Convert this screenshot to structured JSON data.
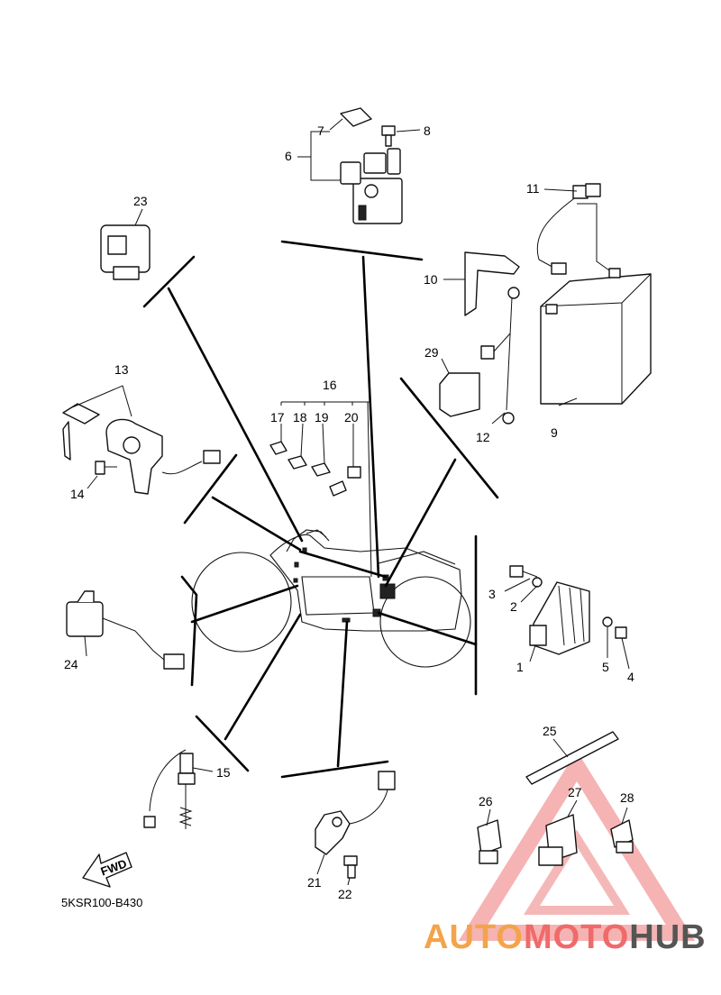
{
  "diagram_code": "5KSR100-B430",
  "fwd_label": "FWD",
  "watermark": {
    "part1": "AUTO",
    "part2": "MOTO",
    "part3": "HUB",
    "color1": "#f3a44a",
    "color2": "#ef6a6a",
    "color3": "#555555"
  },
  "callouts": {
    "c1": "1",
    "c2": "2",
    "c3": "3",
    "c4": "4",
    "c5": "5",
    "c6": "6",
    "c7": "7",
    "c8": "8",
    "c9": "9",
    "c10": "10",
    "c11": "11",
    "c12": "12",
    "c13": "13",
    "c14": "14",
    "c15": "15",
    "c16": "16",
    "c17": "17",
    "c18": "18",
    "c19": "19",
    "c20": "20",
    "c21": "21",
    "c22": "22",
    "c23": "23",
    "c24": "24",
    "c25": "25",
    "c26": "26",
    "c27": "27",
    "c28": "28",
    "c29": "29"
  }
}
